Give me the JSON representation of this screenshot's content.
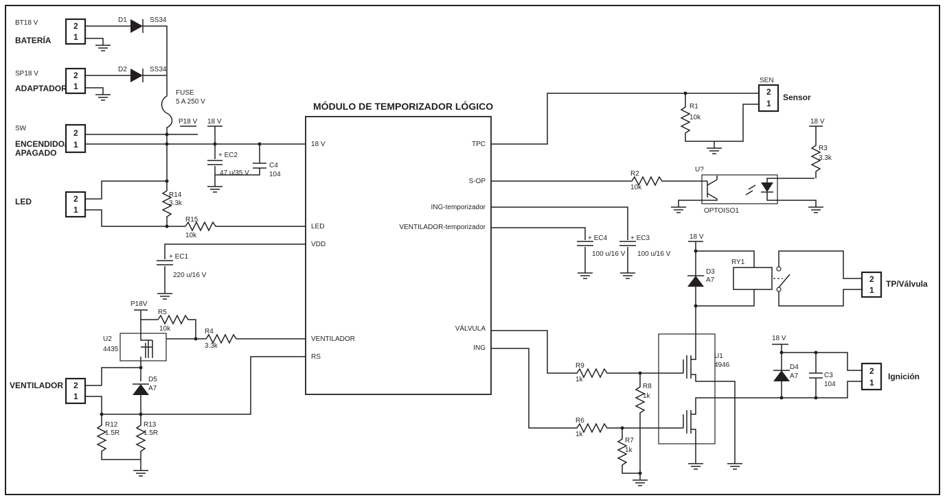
{
  "title": "MÓDULO DE TEMPORIZADOR LÓGICO",
  "connectors": {
    "bat": {
      "ref": "BT18 V",
      "name": "BATERÍA",
      "pin2": "2",
      "pin1": "1"
    },
    "adapter": {
      "ref": "SP18 V",
      "name": "ADAPTADOR",
      "pin2": "2",
      "pin1": "1"
    },
    "switch": {
      "ref": "SW",
      "name1": "ENCENDIDO/",
      "name2": "APAGADO",
      "pin2": "2",
      "pin1": "1"
    },
    "led": {
      "name": "LED",
      "pin2": "2",
      "pin1": "1"
    },
    "fan": {
      "name": "VENTILADOR",
      "pin2": "2",
      "pin1": "1"
    },
    "sensor": {
      "ref": "SEN",
      "name": "Sensor",
      "pin2": "2",
      "pin1": "1"
    },
    "valve": {
      "name": "TP/Válvula",
      "pin2": "2",
      "pin1": "1"
    },
    "ignition": {
      "name": "Ignición",
      "pin2": "2",
      "pin1": "1"
    }
  },
  "components": {
    "d1": {
      "ref": "D1",
      "value": "SS34"
    },
    "d2": {
      "ref": "D2",
      "value": "SS34"
    },
    "fuse": {
      "ref": "FUSE",
      "value": "5 A 250 V"
    },
    "ec2": {
      "ref": "+ EC2",
      "value": "47 u/35 V"
    },
    "c4": {
      "ref": "C4",
      "value": "104"
    },
    "r14": {
      "ref": "R14",
      "value": "3.3k"
    },
    "r15": {
      "ref": "R15",
      "value": "10k"
    },
    "ec1": {
      "ref": "+  EC1",
      "value": "220 u/16 V"
    },
    "u2": {
      "ref": "U2",
      "value": "4435"
    },
    "r5": {
      "ref": "R5",
      "value": "10k"
    },
    "r4": {
      "ref": "R4",
      "value": "3.3k"
    },
    "d5": {
      "ref": "D5",
      "value": "A7"
    },
    "r12": {
      "ref": "R12",
      "value": "1.5R"
    },
    "r13": {
      "ref": "R13",
      "value": "1.5R"
    },
    "r1": {
      "ref": "R1",
      "value": "10k"
    },
    "r2": {
      "ref": "R2",
      "value": "10k"
    },
    "r3": {
      "ref": "R3",
      "value": "3.3k"
    },
    "opto": {
      "ref": "U?",
      "value": "OPTOISO1"
    },
    "ec4": {
      "ref": "+ EC4",
      "value": "100 u/16 V"
    },
    "ec3": {
      "ref": "+ EC3",
      "value": "100 u/16 V"
    },
    "d3": {
      "ref": "D3",
      "value": "A7"
    },
    "ry1": {
      "ref": "RY1"
    },
    "u1": {
      "ref": "U1",
      "value": "4946"
    },
    "r9": {
      "ref": "R9",
      "value": "1k"
    },
    "r8": {
      "ref": "R8",
      "value": "1k"
    },
    "r6": {
      "ref": "R6",
      "value": "1k"
    },
    "r7": {
      "ref": "R7",
      "value": "1k"
    },
    "d4": {
      "ref": "D4",
      "value": "A7"
    },
    "c3": {
      "ref": "C3",
      "value": "104"
    }
  },
  "nets": {
    "p18": "P18 V",
    "p18v": "P18V",
    "v18_a": "18 V",
    "v18_b": "18 V",
    "v18_c": "18 V",
    "v18_d": "18 V"
  },
  "module_pins": {
    "v18": "18 V",
    "led": "LED",
    "vdd": "VDD",
    "ventilador": "VENTILADOR",
    "rs": "RS",
    "tpc": "TPC",
    "sop": "S-OP",
    "ing_t": "ING-temporizador",
    "vent_t": "VENTILADOR-temporizador",
    "valvula": "VÁLVULA",
    "ing": "ING"
  }
}
